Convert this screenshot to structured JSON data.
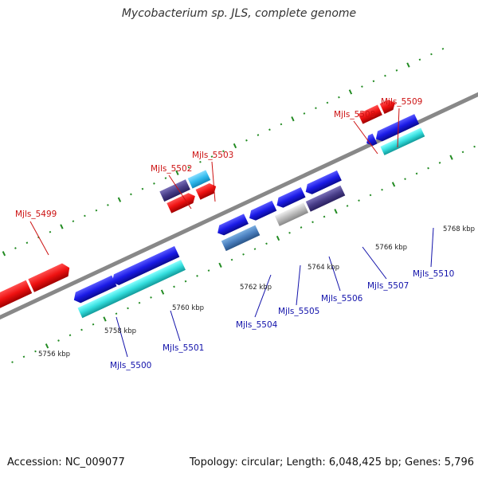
{
  "title": "Mycobacterium sp. JLS, complete genome",
  "footer": {
    "accession": "Accession: NC_009077",
    "summary": "Topology: circular; Length: 6,048,425 bp; Genes: 5,796"
  },
  "colors": {
    "backbone": "#888888",
    "forward_gene": "#ee1111",
    "reverse_gene": "#1a1ae6",
    "cyan": "#33dddd",
    "slate": "#4a3f8a",
    "light_blue": "#33bbee",
    "steel": "#4a7fbf",
    "grey": "#bbbbbb",
    "tick": "#228b22",
    "forward_label": "#cc1111",
    "reverse_label": "#1111aa"
  },
  "scale_labels": [
    "5756 kbp",
    "5758 kbp",
    "5760 kbp",
    "5762 kbp",
    "5764 kbp",
    "5766 kbp",
    "5768 kbp"
  ],
  "forward_labels": [
    "Mjls_5499",
    "Mjls_5502",
    "Mjls_5503",
    "Mjls_5508",
    "Mjls_5509"
  ],
  "reverse_labels": [
    "Mjls_5500",
    "Mjls_5501",
    "Mjls_5504",
    "Mjls_5505",
    "Mjls_5506",
    "Mjls_5507",
    "Mjls_5510"
  ]
}
